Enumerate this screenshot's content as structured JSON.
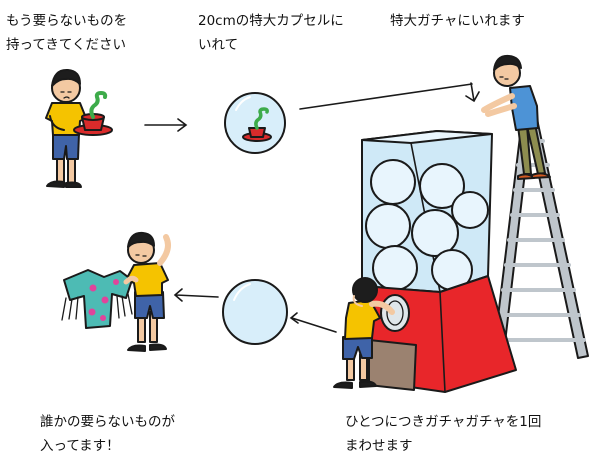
{
  "steps": [
    {
      "lines": [
        "もう要らないものを",
        "持ってきてください"
      ]
    },
    {
      "lines": [
        "20cmの特大カプセルに",
        "いれて"
      ]
    },
    {
      "lines": [
        "特大ガチャにいれます"
      ]
    },
    {
      "lines": [
        "誰かの要らないものが",
        "入ってます！"
      ]
    },
    {
      "lines": [
        "ひとつにつきガチャガチャを1回",
        "まわせます"
      ]
    }
  ],
  "colors": {
    "shirt": "#f5c300",
    "shorts": "#3f63a8",
    "skin": "#f3c9a2",
    "hair": "#1d1d1d",
    "capsule": "#d8eefa",
    "machine_red": "#e8262a",
    "machine_glass": "#cfe9f7",
    "ladder": "#bfc6cc",
    "pot_red": "#d92b2b",
    "snake_green": "#3dab4a",
    "worker_shirt": "#4d93d6",
    "worker_pants": "#8d8d4f",
    "garment": "#4dbbb4",
    "garment_spots": "#e0449b"
  }
}
